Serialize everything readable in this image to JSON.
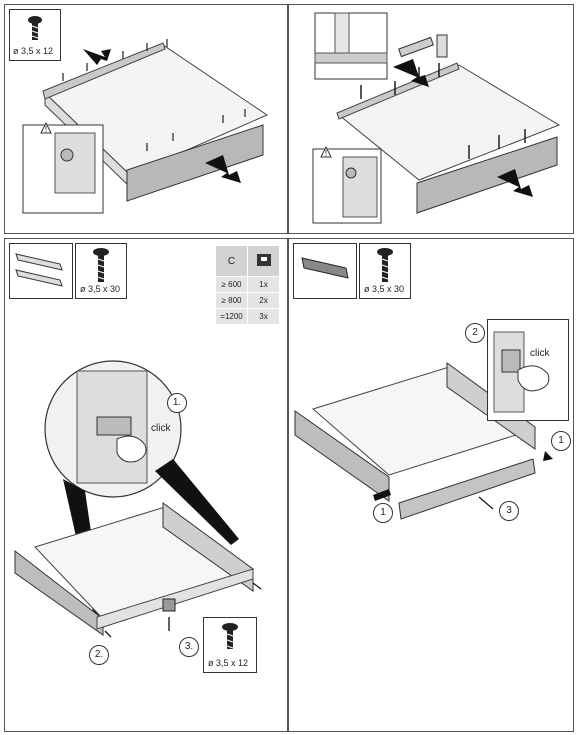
{
  "top_left": {
    "screw_label": "ø 3,5 x 12"
  },
  "bottom_left": {
    "screw_label_top": "ø 3,5 x 30",
    "screw_label_bottom": "ø 3,5 x 12",
    "click_label": "click",
    "step_1": "1.",
    "step_2": "2.",
    "step_3": "3.",
    "spec_table": {
      "header": "C",
      "rows": [
        {
          "length": "≥ 600",
          "qty": "1x"
        },
        {
          "length": "≥ 800",
          "qty": "2x"
        },
        {
          "length": "=1200",
          "qty": "3x"
        }
      ]
    }
  },
  "bottom_right": {
    "screw_label": "ø 3,5 x 30",
    "click_label": "click",
    "step_1": "1",
    "step_2": "2",
    "step_3": "3"
  }
}
